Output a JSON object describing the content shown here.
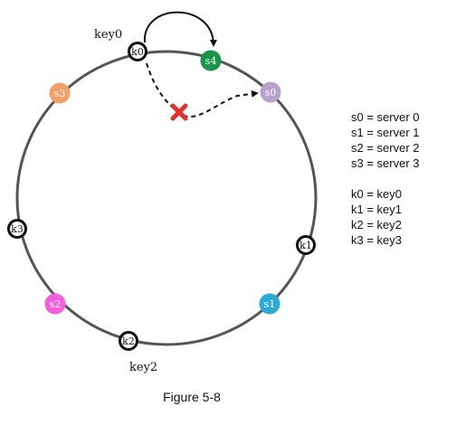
{
  "figure": {
    "caption": "Figure 5-8",
    "callouts": {
      "key0": "key0",
      "key2": "key2"
    },
    "servers": [
      {
        "id": "s0",
        "label": "s0",
        "color": "#b7a0c9",
        "removed": true
      },
      {
        "id": "s1",
        "label": "s1",
        "color": "#2ea8d4"
      },
      {
        "id": "s2",
        "label": "s2",
        "color": "#f15fe0"
      },
      {
        "id": "s3",
        "label": "s3",
        "color": "#f2a065"
      },
      {
        "id": "s4",
        "label": "s4",
        "color": "#1a9448"
      }
    ],
    "keys": [
      {
        "id": "k0",
        "label": "k0"
      },
      {
        "id": "k1",
        "label": "k1"
      },
      {
        "id": "k2",
        "label": "k2"
      },
      {
        "id": "k3",
        "label": "k3"
      }
    ],
    "removed_marker_color": "#e0332d",
    "legend": {
      "servers": [
        "s0 = server 0",
        "s1 = server 1",
        "s2 = server 2",
        "s3 = server 3"
      ],
      "keys": [
        "k0 = key0",
        "k1 = key1",
        "k2 = key2",
        "k3 = key3"
      ]
    }
  }
}
